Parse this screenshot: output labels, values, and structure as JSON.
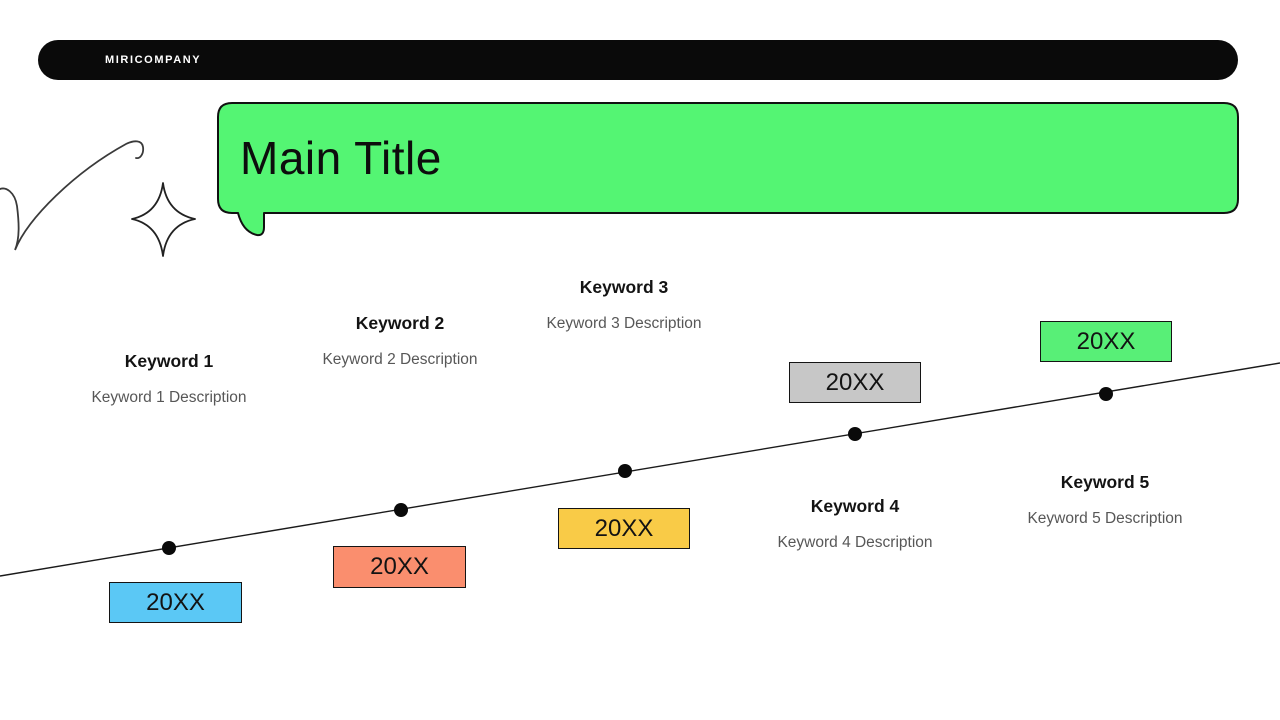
{
  "brand": {
    "name": "MIRICOMPANY"
  },
  "title": {
    "text": "Main Title"
  },
  "colors": {
    "pill": "#0a0a0a",
    "bubble": "#54F573",
    "line": "#1a1a1a",
    "dot": "#0a0a0a",
    "doodle": "#3a3a3a"
  },
  "timeline": {
    "items": [
      {
        "keyword": "Keyword 1",
        "description": "Keyword 1 Description",
        "year": "20XX",
        "color": "#5BC8F5"
      },
      {
        "keyword": "Keyword 2",
        "description": "Keyword 2 Description",
        "year": "20XX",
        "color": "#FA8E6E"
      },
      {
        "keyword": "Keyword 3",
        "description": "Keyword 3 Description",
        "year": "20XX",
        "color": "#F9CB47"
      },
      {
        "keyword": "Keyword 4",
        "description": "Keyword 4 Description",
        "year": "20XX",
        "color": "#C7C7C7"
      },
      {
        "keyword": "Keyword 5",
        "description": "Keyword 5 Description",
        "year": "20XX",
        "color": "#58EF77"
      }
    ]
  }
}
